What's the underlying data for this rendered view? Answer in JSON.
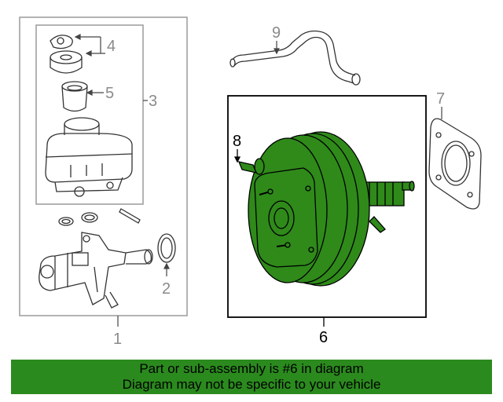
{
  "callouts": {
    "c1": "1",
    "c2": "2",
    "c3": "3",
    "c4": "4",
    "c5": "5",
    "c6": "6",
    "c7": "7",
    "c8": "8",
    "c9": "9"
  },
  "banner": {
    "line1": "Part or sub-assembly is #6 in diagram",
    "line2": "Diagram may not be specific to your vehicle"
  },
  "colors": {
    "highlight_fill": "#2f8a1a",
    "banner_bg": "#2b8a1e",
    "frame_gray": "#9a9a9a"
  }
}
